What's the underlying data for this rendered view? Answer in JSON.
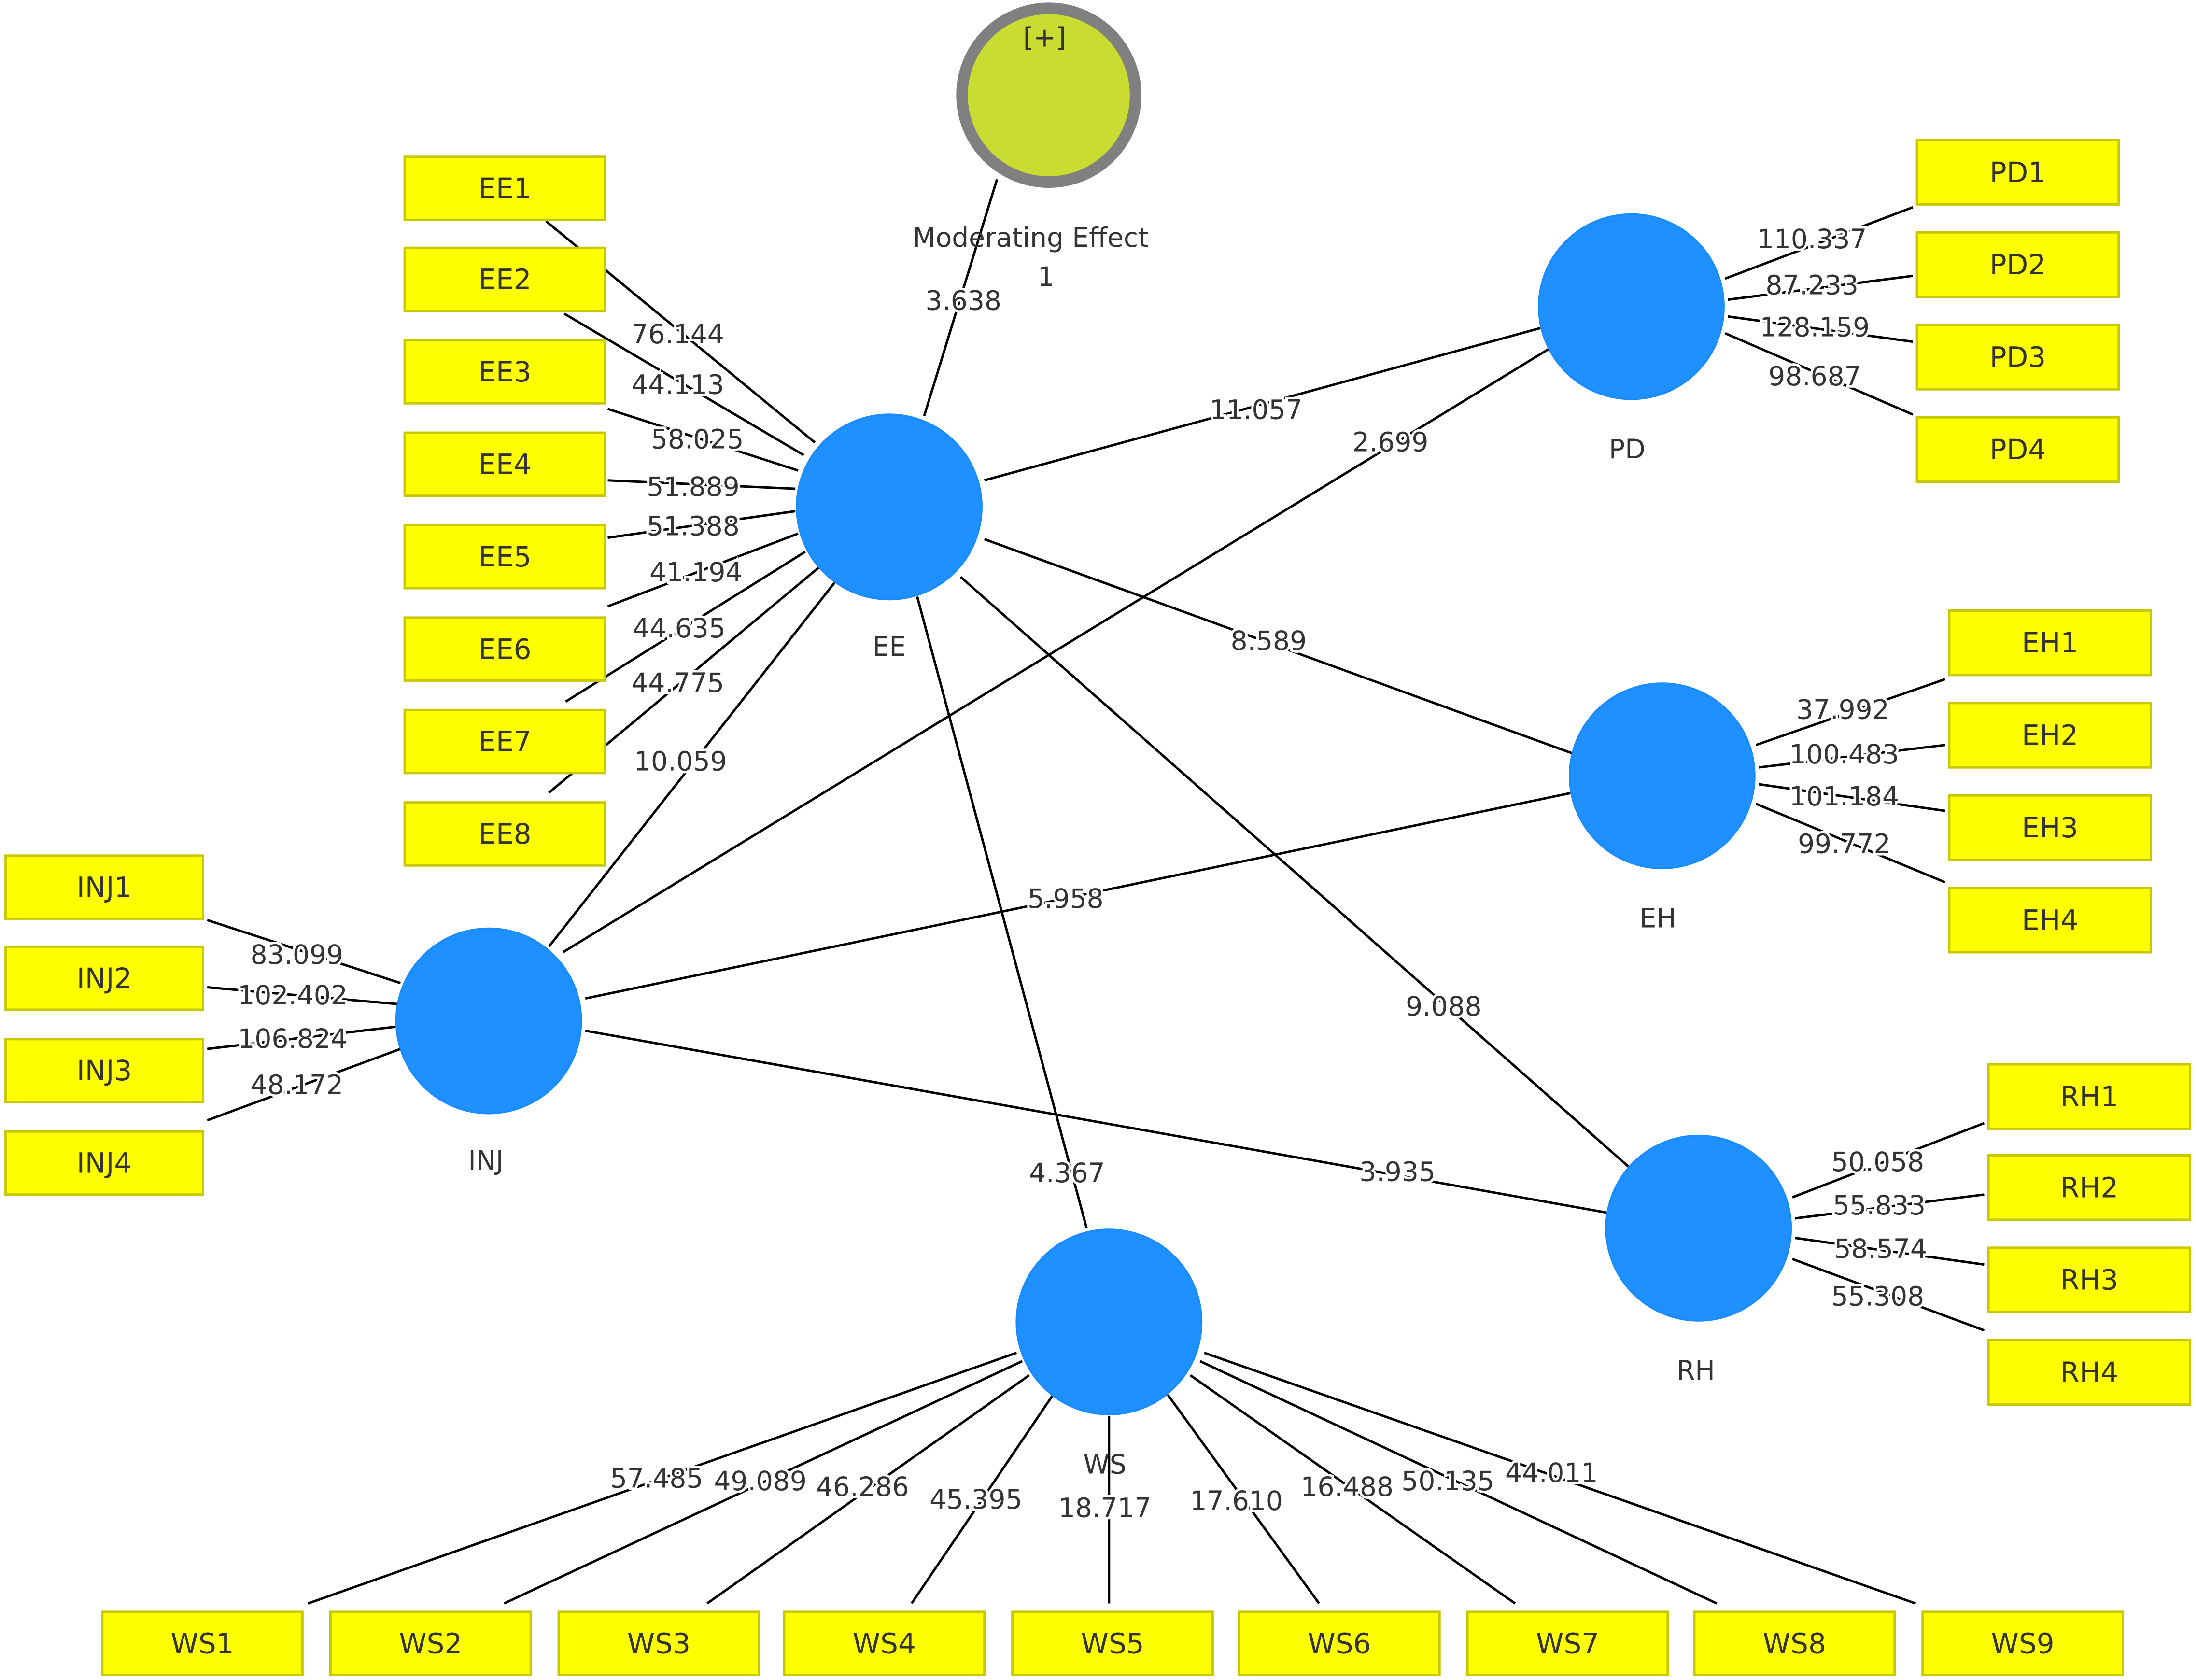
{
  "colors": {
    "latent_fill": "#1e90ff",
    "latent_edge": "#1a8cff",
    "indicator_fill": "#ffff00",
    "indicator_border": "#c8c800",
    "moderator_fill": "#c8dc32",
    "moderator_ring": "#808080",
    "line": "#000000",
    "text": "#333333"
  },
  "moderator": {
    "marker": "[+]",
    "label_line1": "Moderating Effect",
    "label_line2": "1"
  },
  "latents": [
    {
      "id": "EE",
      "label": "EE"
    },
    {
      "id": "PD",
      "label": "PD"
    },
    {
      "id": "EH",
      "label": "EH"
    },
    {
      "id": "RH",
      "label": "RH"
    },
    {
      "id": "INJ",
      "label": "INJ"
    },
    {
      "id": "WS",
      "label": "WS"
    }
  ],
  "indicators": [
    {
      "id": "EE1",
      "latent": "EE",
      "value": "76.144"
    },
    {
      "id": "EE2",
      "latent": "EE",
      "value": "44.113"
    },
    {
      "id": "EE3",
      "latent": "EE",
      "value": "58.025"
    },
    {
      "id": "EE4",
      "latent": "EE",
      "value": "51.889"
    },
    {
      "id": "EE5",
      "latent": "EE",
      "value": "51.388"
    },
    {
      "id": "EE6",
      "latent": "EE",
      "value": "41.194"
    },
    {
      "id": "EE7",
      "latent": "EE",
      "value": "44.635"
    },
    {
      "id": "EE8",
      "latent": "EE",
      "value": "44.775"
    },
    {
      "id": "PD1",
      "latent": "PD",
      "value": "110.337"
    },
    {
      "id": "PD2",
      "latent": "PD",
      "value": "87.233"
    },
    {
      "id": "PD3",
      "latent": "PD",
      "value": "128.159"
    },
    {
      "id": "PD4",
      "latent": "PD",
      "value": "98.687"
    },
    {
      "id": "EH1",
      "latent": "EH",
      "value": "37.992"
    },
    {
      "id": "EH2",
      "latent": "EH",
      "value": "100.483"
    },
    {
      "id": "EH3",
      "latent": "EH",
      "value": "101.184"
    },
    {
      "id": "EH4",
      "latent": "EH",
      "value": "99.772"
    },
    {
      "id": "RH1",
      "latent": "RH",
      "value": "50.058"
    },
    {
      "id": "RH2",
      "latent": "RH",
      "value": "55.833"
    },
    {
      "id": "RH3",
      "latent": "RH",
      "value": "58.574"
    },
    {
      "id": "RH4",
      "latent": "RH",
      "value": "55.308"
    },
    {
      "id": "INJ1",
      "latent": "INJ",
      "value": "83.099"
    },
    {
      "id": "INJ2",
      "latent": "INJ",
      "value": "102.402"
    },
    {
      "id": "INJ3",
      "latent": "INJ",
      "value": "106.824"
    },
    {
      "id": "INJ4",
      "latent": "INJ",
      "value": "48.172"
    },
    {
      "id": "WS1",
      "latent": "WS",
      "value": "57.485"
    },
    {
      "id": "WS2",
      "latent": "WS",
      "value": "49.089"
    },
    {
      "id": "WS3",
      "latent": "WS",
      "value": "46.286"
    },
    {
      "id": "WS4",
      "latent": "WS",
      "value": "45.395"
    },
    {
      "id": "WS5",
      "latent": "WS",
      "value": "18.717"
    },
    {
      "id": "WS6",
      "latent": "WS",
      "value": "17.610"
    },
    {
      "id": "WS7",
      "latent": "WS",
      "value": "16.488"
    },
    {
      "id": "WS8",
      "latent": "WS",
      "value": "50.135"
    },
    {
      "id": "WS9",
      "latent": "WS",
      "value": "44.011"
    }
  ],
  "paths": [
    {
      "from": "ModeratingEffect1",
      "to": "EE",
      "value": "3.638"
    },
    {
      "from": "EE",
      "to": "PD",
      "value": "11.057"
    },
    {
      "from": "INJ",
      "to": "PD",
      "value": "2.699"
    },
    {
      "from": "EE",
      "to": "EH",
      "value": "8.589"
    },
    {
      "from": "INJ",
      "to": "EE",
      "value": "10.059"
    },
    {
      "from": "INJ",
      "to": "EH",
      "value": "5.958"
    },
    {
      "from": "EE",
      "to": "RH",
      "value": "9.088"
    },
    {
      "from": "WS",
      "to": "EE",
      "value": "4.367"
    },
    {
      "from": "INJ",
      "to": "RH",
      "value": "3.935"
    }
  ]
}
